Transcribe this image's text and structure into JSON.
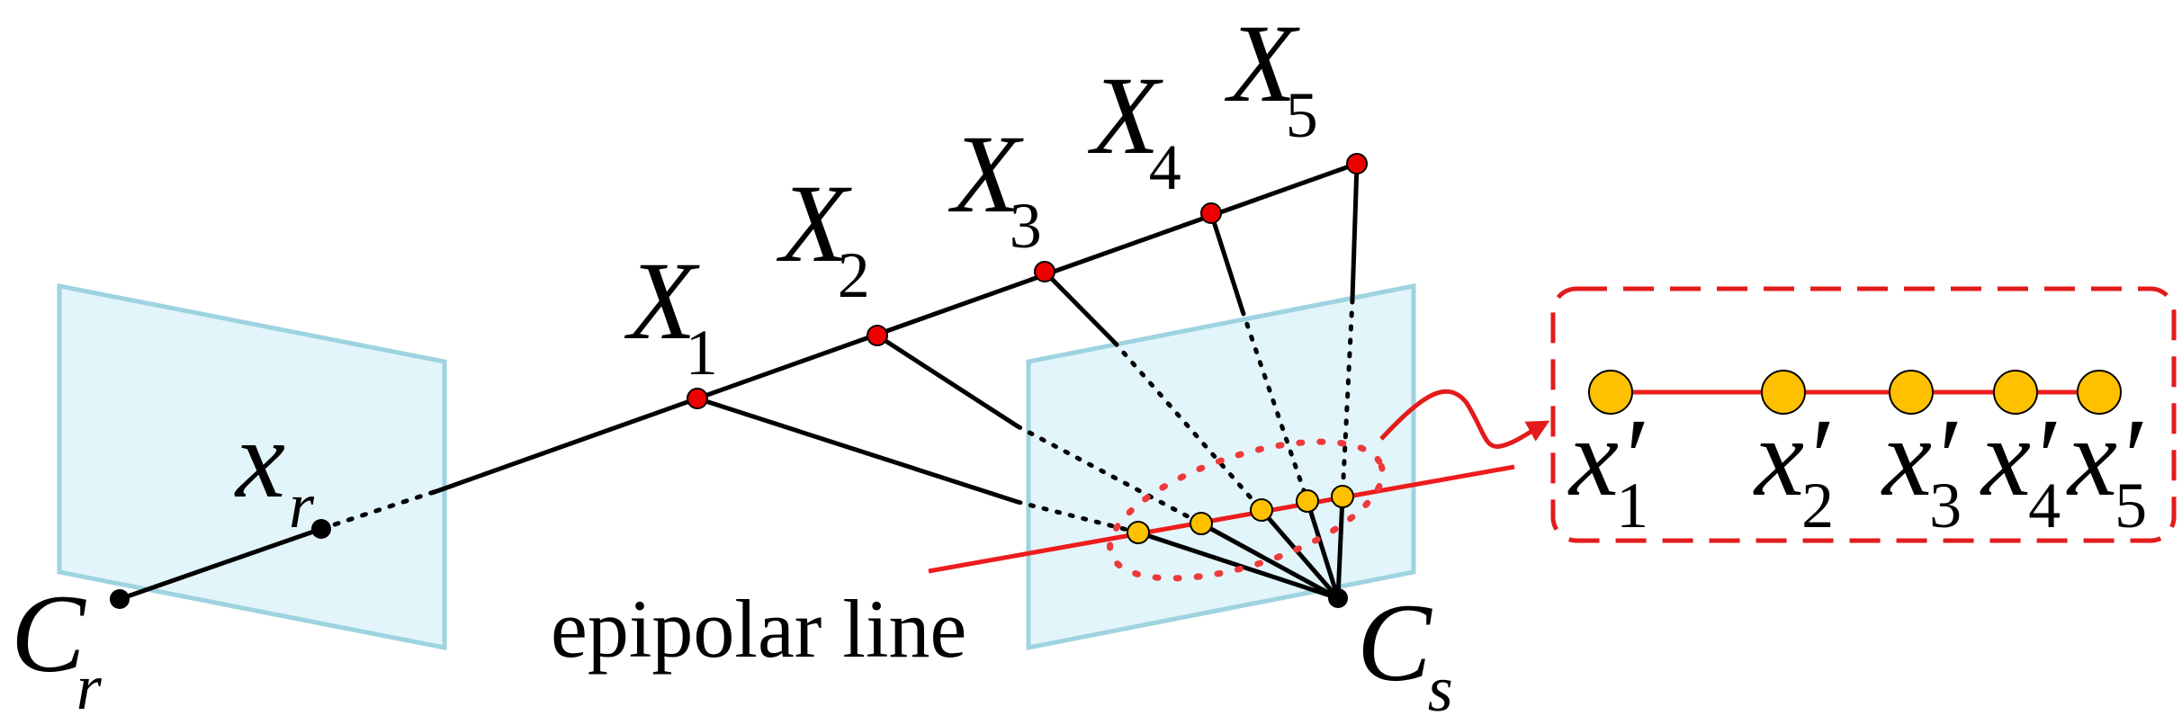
{
  "colors": {
    "plane_fill": "#e2f5fb",
    "plane_stroke": "#9ed3e0",
    "ray": "#000000",
    "epipolar": "#ee1c1c",
    "sample_point": "#ee0000",
    "projection_point": "#ffc000",
    "dashed_box": "#e31b1b"
  },
  "labels": {
    "camera_ref": {
      "base": "C",
      "sub": "r"
    },
    "camera_src": {
      "base": "C",
      "sub": "s"
    },
    "pixel": {
      "base": "x",
      "sub": "r"
    },
    "X1": {
      "base": "X",
      "sub": "1"
    },
    "X2": {
      "base": "X",
      "sub": "2"
    },
    "X3": {
      "base": "X",
      "sub": "3"
    },
    "X4": {
      "base": "X",
      "sub": "4"
    },
    "X5": {
      "base": "X",
      "sub": "5"
    },
    "x1p": {
      "base": "x′",
      "sub": "1"
    },
    "x2p": {
      "base": "x′",
      "sub": "2"
    },
    "x3p": {
      "base": "x′",
      "sub": "3"
    },
    "x4p": {
      "base": "x′",
      "sub": "4"
    },
    "x5p": {
      "base": "x′",
      "sub": "5"
    },
    "epipolar_caption": "epipolar line"
  },
  "icons": {
    "zoom_arrow": "curved-arrow-icon"
  }
}
